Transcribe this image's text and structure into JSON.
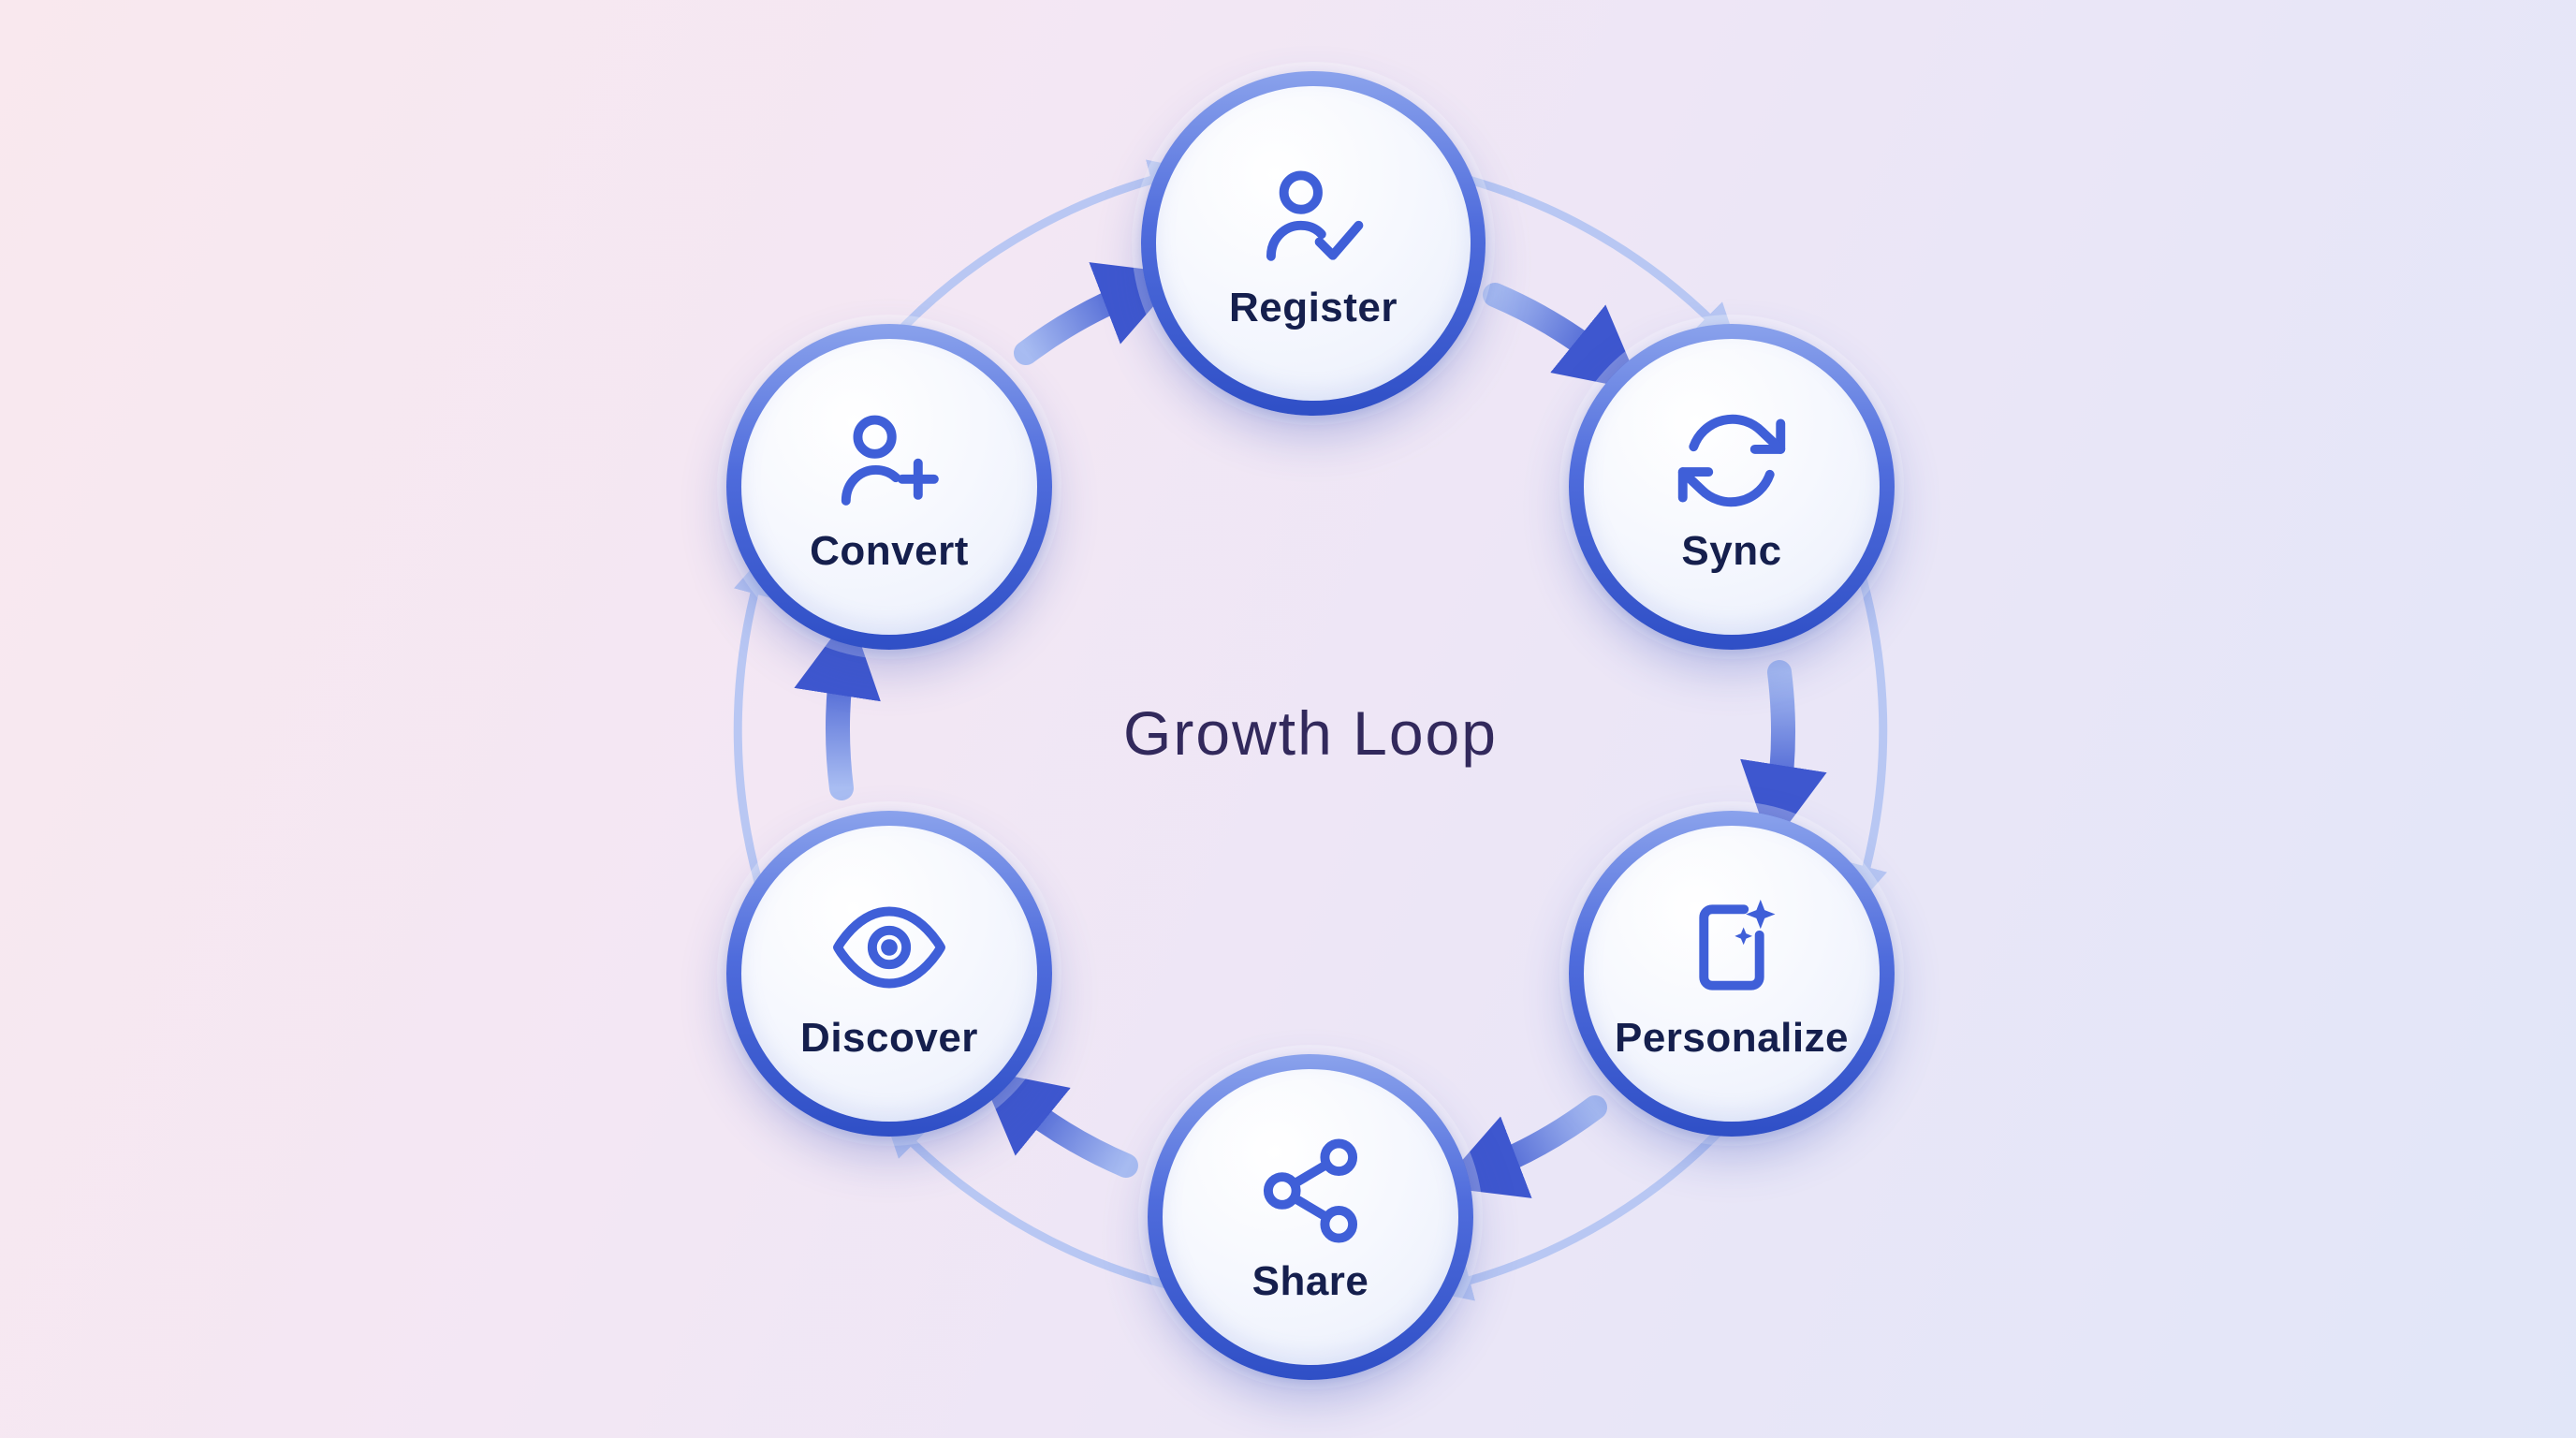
{
  "title": "Growth Loop",
  "flow_direction": "clockwise",
  "nodes": [
    {
      "label": "Register",
      "icon": "person-check-icon"
    },
    {
      "label": "Sync",
      "icon": "sync-arrows-icon"
    },
    {
      "label": "Personalize",
      "icon": "document-sparkle-icon"
    },
    {
      "label": "Share",
      "icon": "share-nodes-icon"
    },
    {
      "label": "Discover",
      "icon": "eye-icon"
    },
    {
      "label": "Convert",
      "icon": "person-plus-icon"
    }
  ],
  "edges": [
    {
      "from": "Register",
      "to": "Sync"
    },
    {
      "from": "Sync",
      "to": "Personalize"
    },
    {
      "from": "Personalize",
      "to": "Share"
    },
    {
      "from": "Share",
      "to": "Discover"
    },
    {
      "from": "Discover",
      "to": "Convert"
    },
    {
      "from": "Convert",
      "to": "Register"
    }
  ],
  "colors": {
    "ring_blue": "#3a57c9",
    "icon_blue": "#3f5fd8",
    "label_navy": "#151f4d",
    "title_purple": "#32295c",
    "arrow_dark": "#3e57cf",
    "arrow_light": "#b3c4f3",
    "background_start": "#f9e8ee",
    "background_end": "#e1e6f8"
  }
}
